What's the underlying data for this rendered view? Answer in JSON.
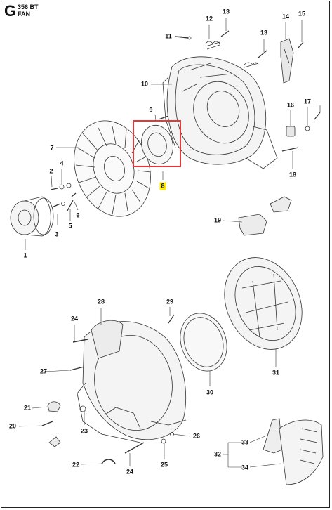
{
  "header": {
    "section": "G",
    "model": "356 BT",
    "name": "FAN"
  },
  "highlight": {
    "part": "8",
    "color": "#ffee00",
    "box_color": "#e03a3a"
  },
  "labels": {
    "l1": "1",
    "l2": "2",
    "l3": "3",
    "l4": "4",
    "l5": "5",
    "l6": "6",
    "l7": "7",
    "l8": "8",
    "l9": "9",
    "l10": "10",
    "l11": "11",
    "l12": "12",
    "l13a": "13",
    "l13b": "13",
    "l14": "14",
    "l15": "15",
    "l16": "16",
    "l17": "17",
    "l18": "18",
    "l19": "19",
    "l20": "20",
    "l21": "21",
    "l22": "22",
    "l23": "23",
    "l24a": "24",
    "l24b": "24",
    "l25": "25",
    "l26": "26",
    "l27": "27",
    "l28": "28",
    "l29": "29",
    "l30": "30",
    "l31": "31",
    "l32": "32",
    "l33": "33",
    "l34": "34"
  }
}
